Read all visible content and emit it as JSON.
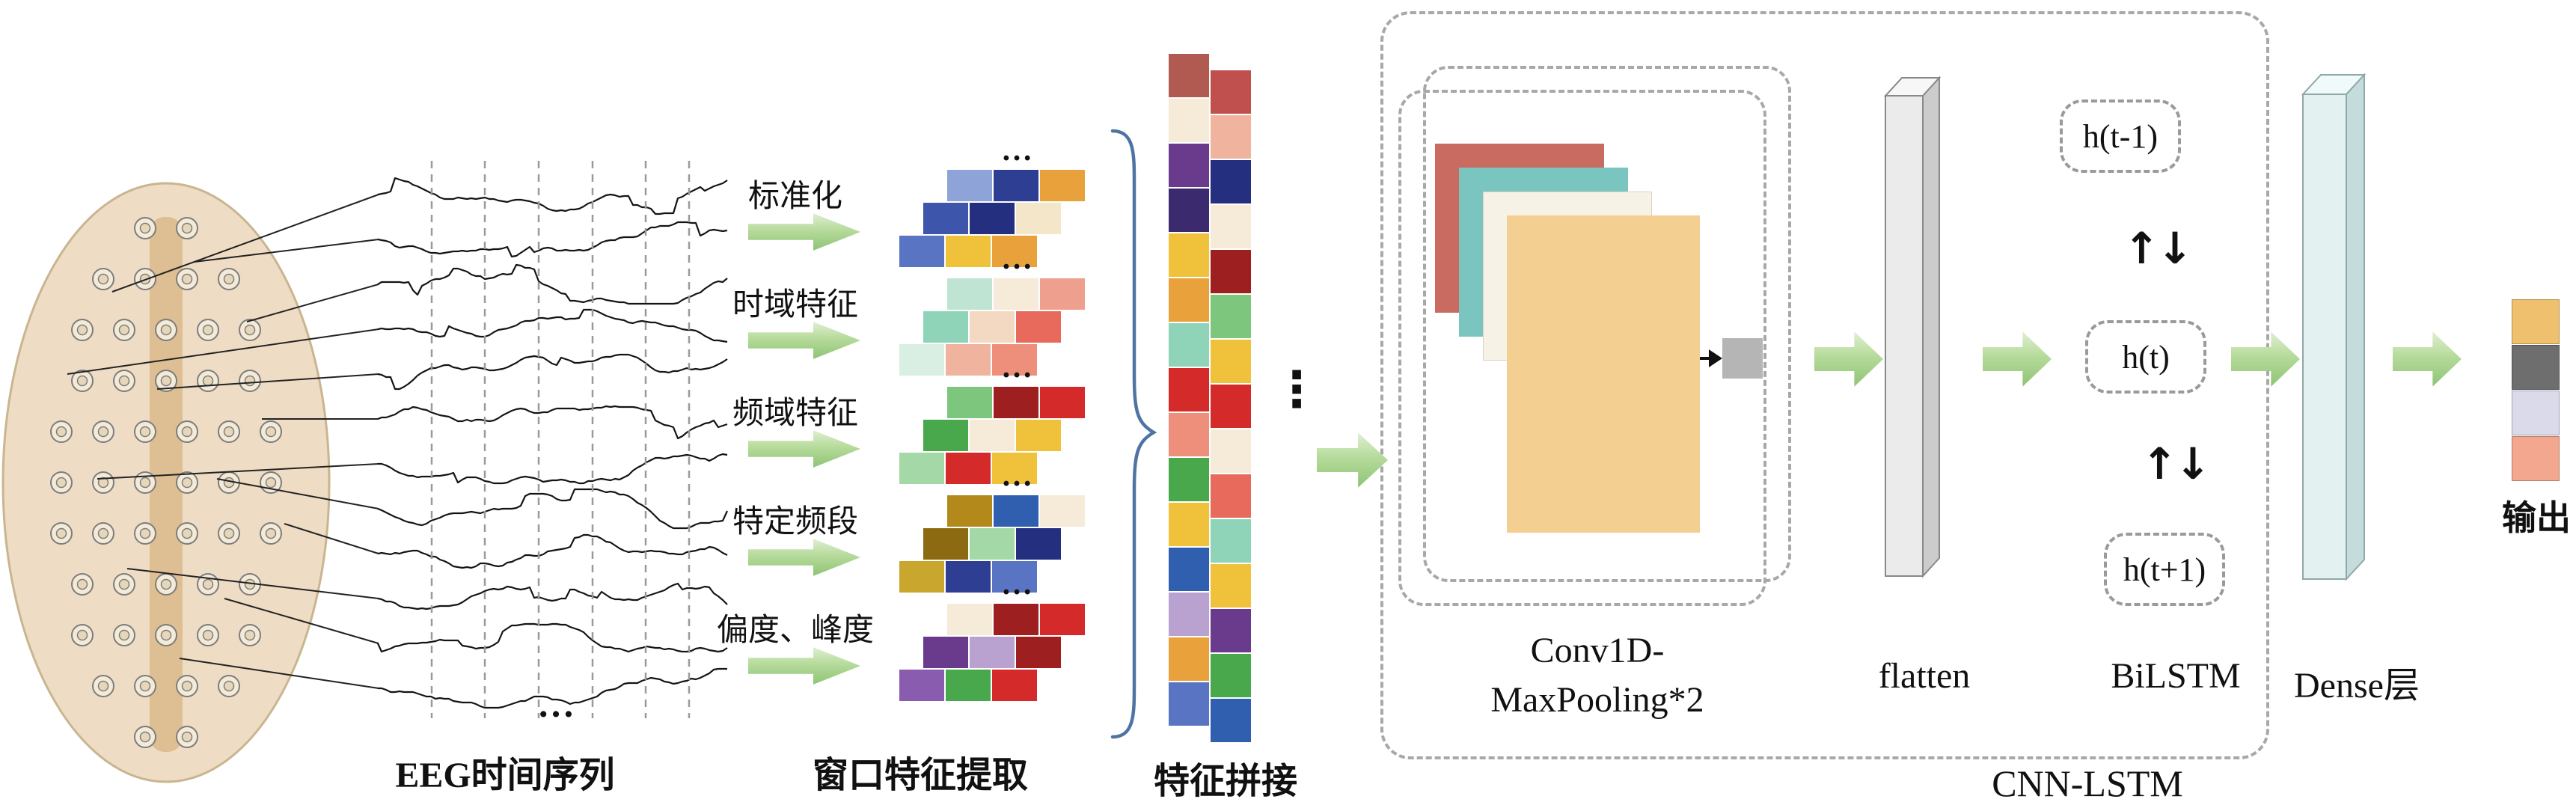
{
  "labels": {
    "eeg_series": "EEG时间序列",
    "window_extract": "窗口特征提取",
    "concat": "特征拼接",
    "cnn_lstm": "CNN-LSTM",
    "conv1": "Conv1D-",
    "conv2": "MaxPooling*2",
    "flatten": "flatten",
    "bilstm": "BiLSTM",
    "dense": "Dense层",
    "output": "输出",
    "h_prev": "h(t-1)",
    "h_cur": "h(t)",
    "h_next": "h(t+1)",
    "updown": "↑↓",
    "hdots": "…",
    "vdots": "⋮"
  },
  "feature_steps": [
    {
      "label": "标准化",
      "tiles": [
        [
          "#8ea3d8",
          "#2e3f93",
          "#e9a23b"
        ],
        [
          "#3d55ab",
          "#24307f",
          "#f3e6c9"
        ],
        [
          "#5a74c4",
          "#f0c23c",
          "#e9a23b"
        ]
      ]
    },
    {
      "label": "时域特征",
      "tiles": [
        [
          "#bfe4d4",
          "#f6ead8",
          "#ef9f8d"
        ],
        [
          "#8fd4b8",
          "#f3d9c2",
          "#e86a5c"
        ],
        [
          "#d9efe3",
          "#f0b49e",
          "#ee8f7c"
        ]
      ]
    },
    {
      "label": "频域特征",
      "tiles": [
        [
          "#7cc67e",
          "#9e1f1f",
          "#d42a2a"
        ],
        [
          "#49a84c",
          "#f6ead8",
          "#f0c23c"
        ],
        [
          "#a5d8a7",
          "#d42a2a",
          "#f0c23c"
        ]
      ]
    },
    {
      "label": "特定频段",
      "tiles": [
        [
          "#b3891c",
          "#2f5fae",
          "#f6ead8"
        ],
        [
          "#8c6a12",
          "#a5d8a7",
          "#24307f"
        ],
        [
          "#c9a62e",
          "#2e3f93",
          "#5a74c4"
        ]
      ]
    },
    {
      "label": "偏度、峰度",
      "tiles": [
        [
          "#f6ead8",
          "#9e1f1f",
          "#d42a2a"
        ],
        [
          "#6a3a8c",
          "#b9a1d0",
          "#9e1f1f"
        ],
        [
          "#8a5cb0",
          "#49a84c",
          "#d42a2a"
        ]
      ]
    }
  ],
  "concat_columns": [
    [
      "#b05a52",
      "#f6ead8",
      "#6a3a8c",
      "#3b2a6e",
      "#f0c23c",
      "#e9a23b",
      "#8fd4b8",
      "#d42a2a",
      "#ee8f7c",
      "#49a84c",
      "#f0c23c",
      "#2f5fae",
      "#b9a1d0",
      "#e9a23b",
      "#5a74c4"
    ],
    [
      "#c0504d",
      "#f0b49e",
      "#24307f",
      "#f6ead8",
      "#9e1f1f",
      "#7cc67e",
      "#f0c23c",
      "#d42a2a",
      "#f6ead8",
      "#e86a5c",
      "#8fd4b8",
      "#f0c23c",
      "#6a3a8c",
      "#49a84c",
      "#2f5fae"
    ]
  ],
  "conv_stack": [
    "#c96b61",
    "#7ac5bf",
    "#f7f2e6",
    "#f3cf92"
  ],
  "output_blocks": [
    "#efc06e",
    "#6e6e6e",
    "#dadaea",
    "#f2a78e"
  ],
  "colors": {
    "arrow_light": "#e4f1d8",
    "arrow_dark": "#8cc272",
    "brace": "#4f74a3",
    "brain_fill": "#eeddc4",
    "brain_stroke": "#c9b58f",
    "dash_border": "#a8a8a8",
    "pool_square": "#b5b5b5"
  },
  "waveforms": {
    "rows": 12
  }
}
